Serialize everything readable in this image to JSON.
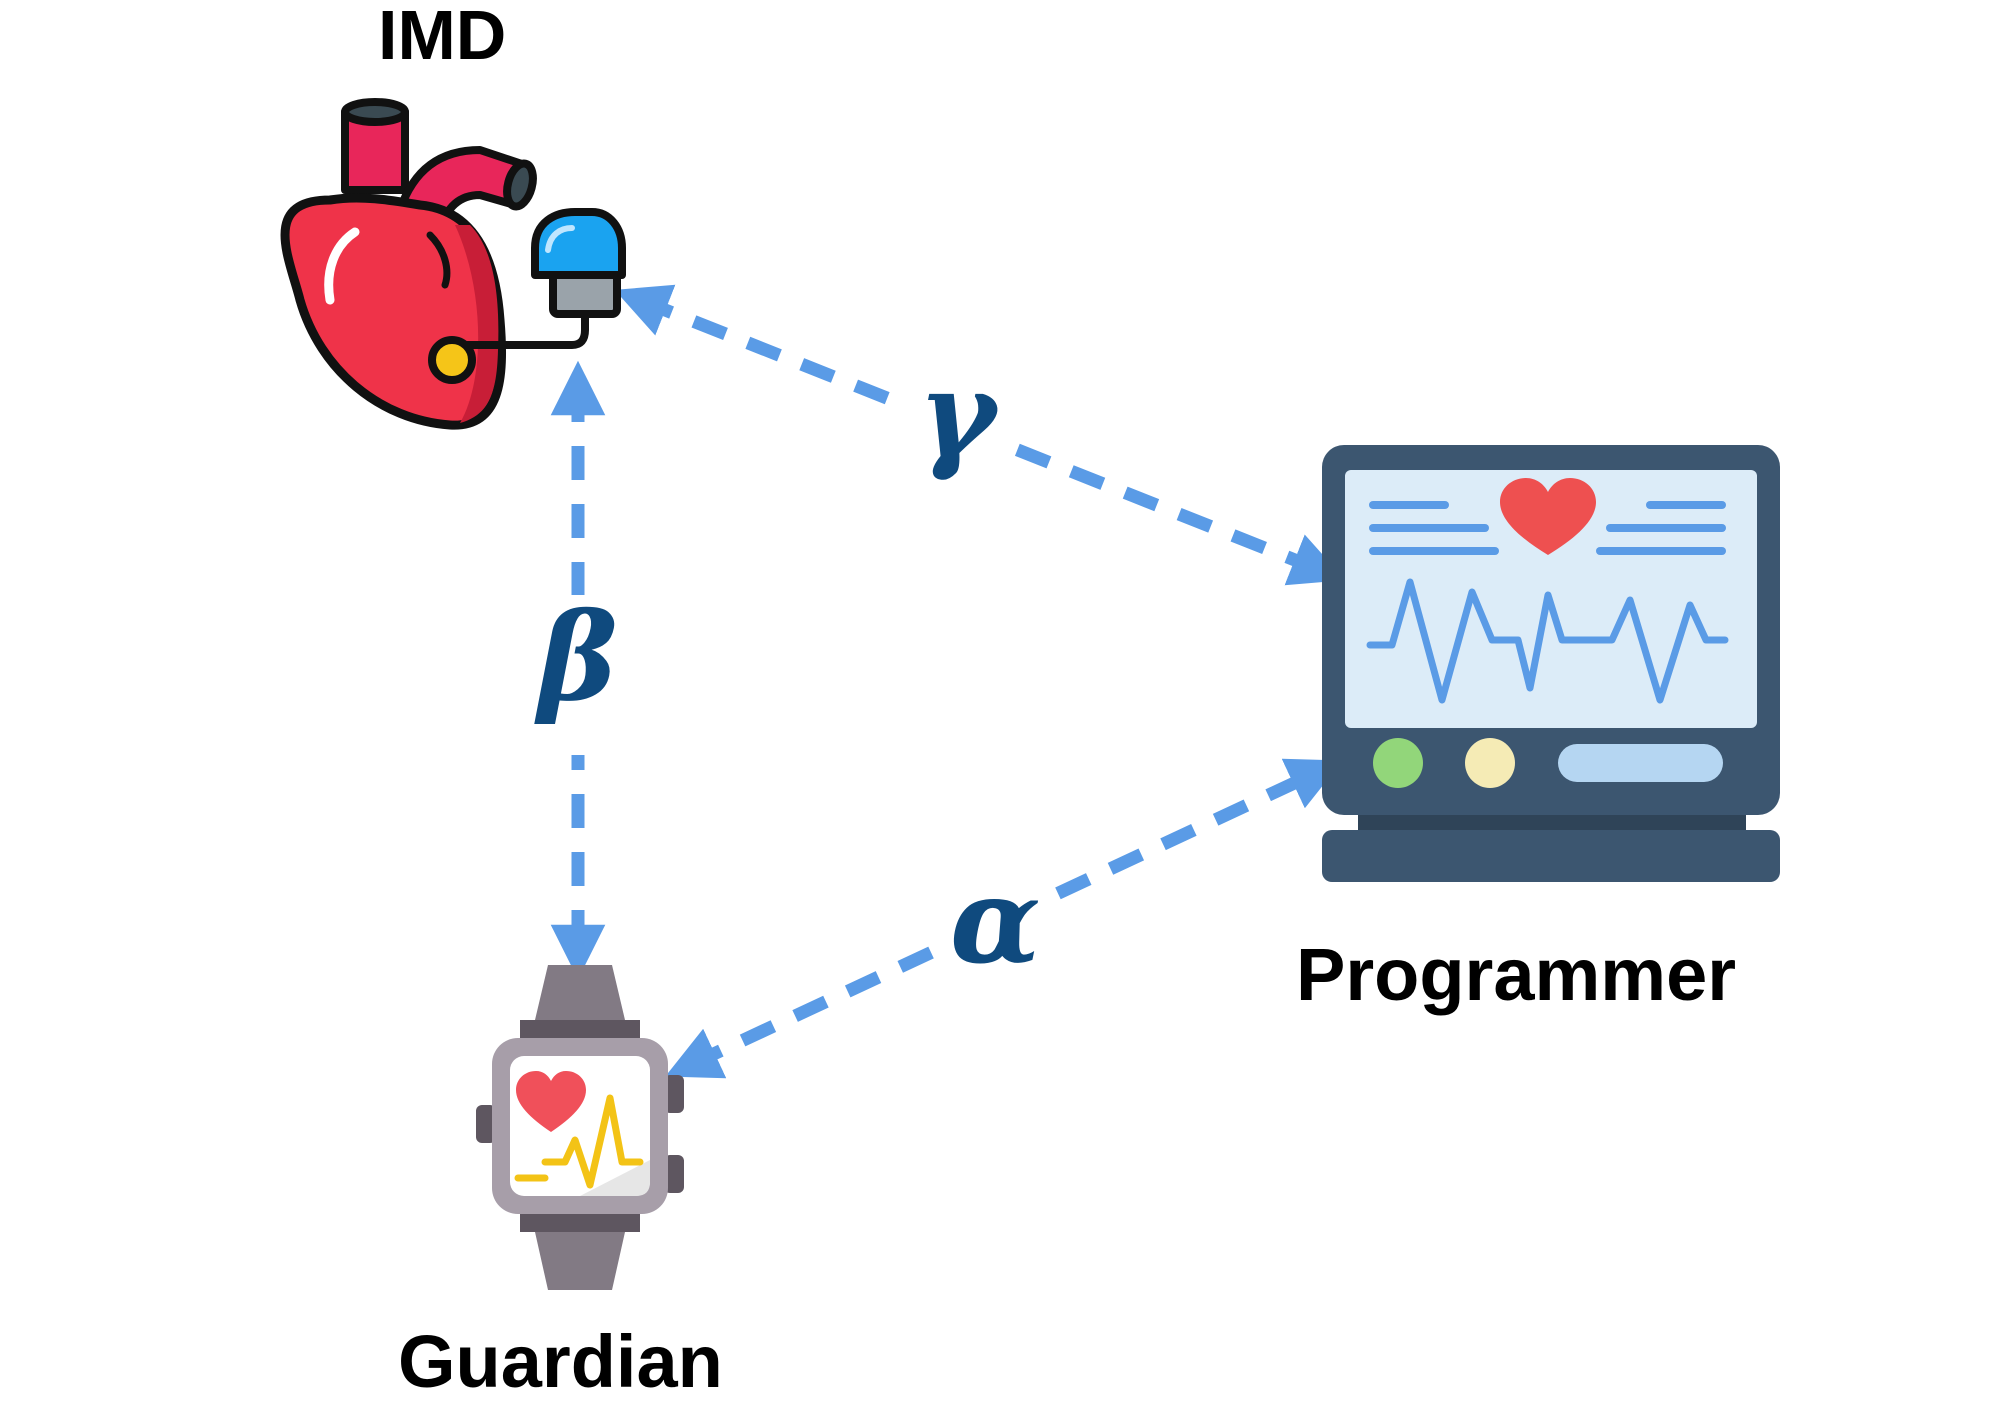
{
  "nodes": {
    "imd": {
      "label": "IMD",
      "icon": "heart-pacemaker-icon"
    },
    "programmer": {
      "label": "Programmer",
      "icon": "monitor-icon"
    },
    "guardian": {
      "label": "Guardian",
      "icon": "smartwatch-icon"
    }
  },
  "edges": {
    "imd_programmer": {
      "label": "γ",
      "from": "imd",
      "to": "programmer",
      "bidirectional": true
    },
    "imd_guardian": {
      "label": "β",
      "from": "imd",
      "to": "guardian",
      "bidirectional": true
    },
    "guardian_programmer": {
      "label": "α",
      "from": "guardian",
      "to": "programmer",
      "bidirectional": true
    }
  },
  "colors": {
    "arrow": "#5a9be6",
    "greek_label": "#0f4a7e",
    "heart_red": "#ef3349",
    "monitor_frame": "#3c5670",
    "monitor_screen": "#dcecf8",
    "watch_gray": "#827a84",
    "watch_heart": "#f0505a",
    "pulse_yellow": "#f3c316"
  }
}
